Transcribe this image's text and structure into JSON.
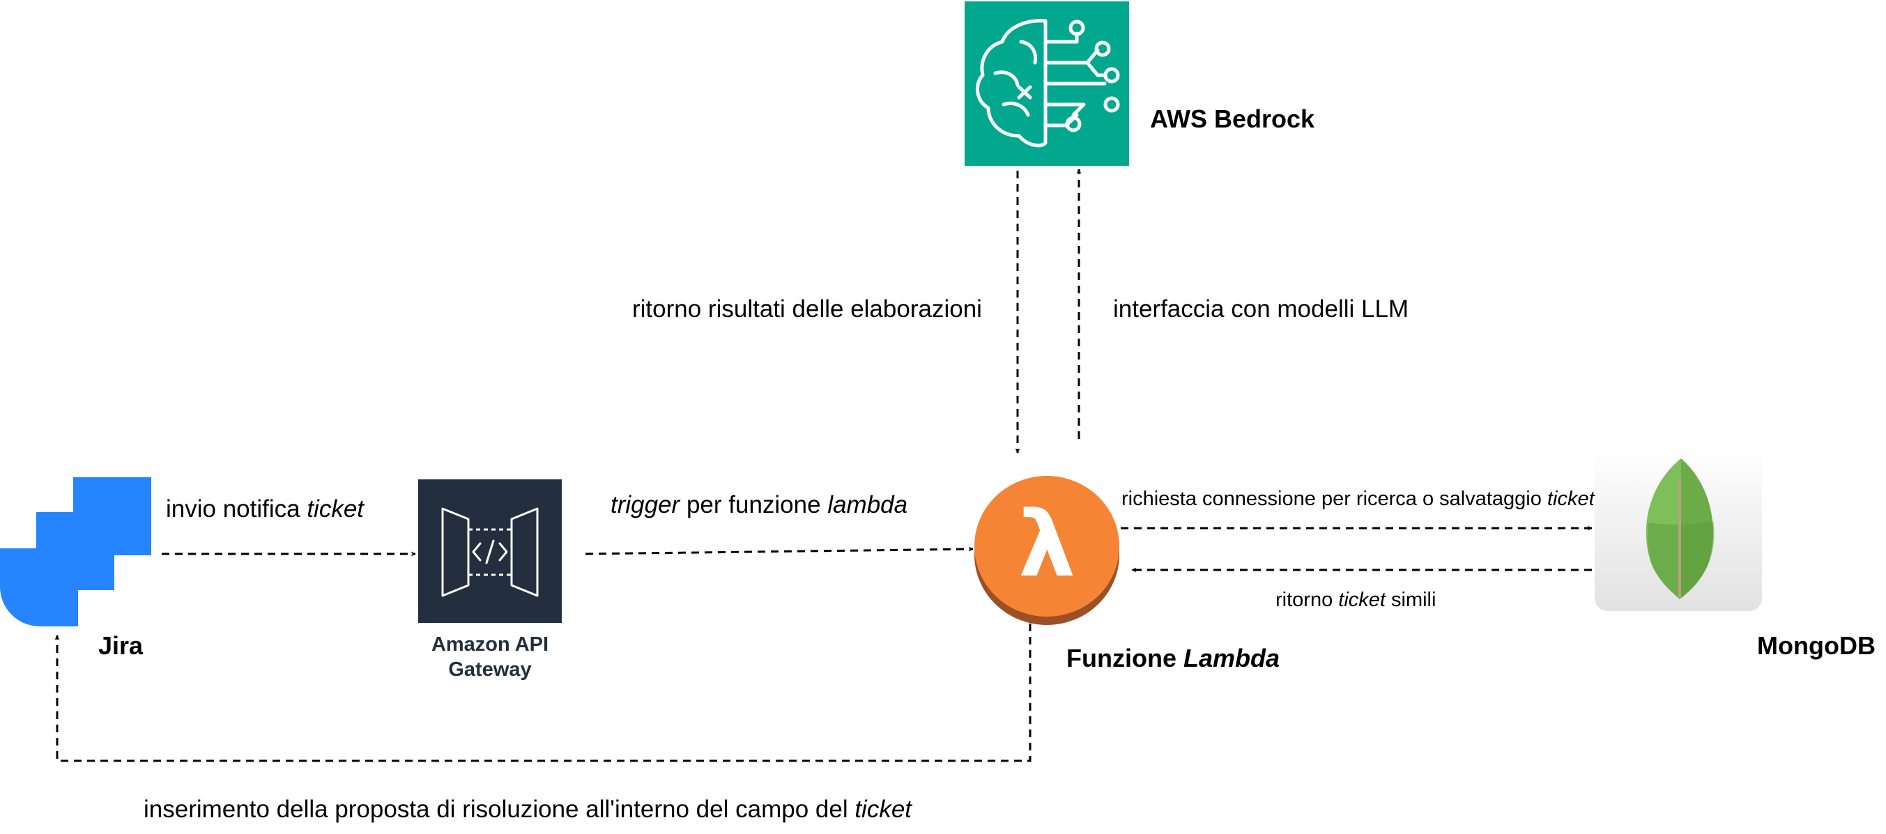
{
  "nodes": {
    "jira": {
      "name": "Jira",
      "icon": "jira-icon",
      "color": "#2684ff"
    },
    "api_gateway": {
      "name_line1": "Amazon API",
      "name_line2": "Gateway",
      "icon": "api-gateway-icon",
      "color": "#232f3e"
    },
    "lambda": {
      "name": "Funzione ",
      "name_italic": "Lambda",
      "icon": "lambda-icon",
      "glyph": "λ",
      "color": "#f58534"
    },
    "bedrock": {
      "name": "AWS Bedrock",
      "icon": "bedrock-brain-icon",
      "color": "#01a88d"
    },
    "mongodb": {
      "name": "MongoDB",
      "icon": "mongodb-leaf-icon",
      "color": "#6cac48"
    }
  },
  "edges": {
    "jira_to_gateway": {
      "text": "invio notifica ",
      "italic": "ticket"
    },
    "gateway_to_lambda": {
      "italic_1": "trigger",
      "text": " per funzione ",
      "italic_2": "lambda"
    },
    "bedrock_to_lambda": {
      "text": "ritorno risultati delle elaborazioni"
    },
    "lambda_to_bedrock": {
      "text": "interfaccia con modelli LLM"
    },
    "lambda_to_mongodb": {
      "text": "richiesta connessione per ricerca o salvataggio ",
      "italic": "ticket"
    },
    "mongodb_to_lambda": {
      "text_1": "ritorno ",
      "italic": "ticket",
      "text_2": " simili"
    },
    "lambda_to_jira": {
      "text": "inserimento della proposta di risoluzione all'interno del campo del ",
      "italic": "ticket"
    }
  }
}
